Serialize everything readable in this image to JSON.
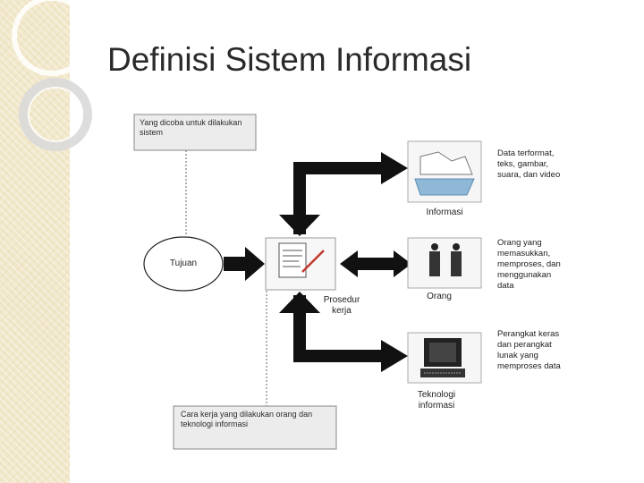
{
  "slide": {
    "title": "Definisi Sistem Informasi"
  },
  "diagram": {
    "top_box_text": "Yang dicoba untuk dilakukan sistem",
    "bottom_box_text": "Cara kerja yang dilakukan orang dan teknologi informasi",
    "tujuan_label": "Tujuan",
    "prosedur_label": "Prosedur kerja",
    "informasi_caption": "Informasi",
    "informasi_desc": "Data terformat, teks, gambar, suara, dan video",
    "orang_caption": "Orang",
    "orang_desc": "Orang yang memasukkan, memproses, dan menggunakan data",
    "teknologi_caption": "Teknologi informasi",
    "teknologi_desc": "Perangkat keras dan perangkat lunak yang memproses data"
  },
  "colors": {
    "band": "#f1e7c9",
    "arrow": "#111111",
    "box_fill": "#ededed"
  }
}
